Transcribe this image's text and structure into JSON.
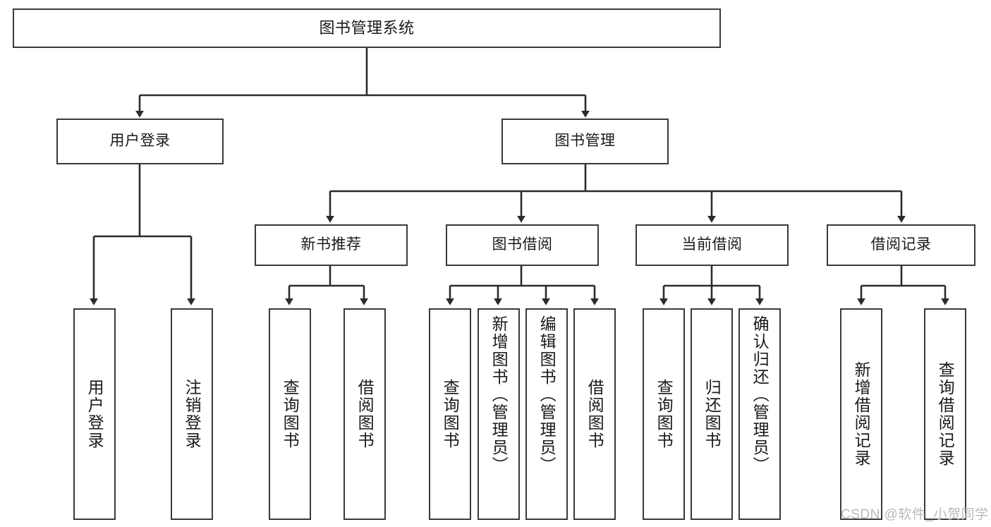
{
  "diagram": {
    "title": "图书管理系统",
    "type": "tree-hierarchy-chart",
    "root": {
      "label": "图书管理系统"
    },
    "level2": [
      {
        "label": "用户登录"
      },
      {
        "label": "图书管理"
      }
    ],
    "level3": [
      {
        "label": "新书推荐"
      },
      {
        "label": "图书借阅"
      },
      {
        "label": "当前借阅"
      },
      {
        "label": "借阅记录"
      }
    ],
    "leaves": {
      "user_login": [
        {
          "label": "用户登录"
        },
        {
          "label": "注销登录"
        }
      ],
      "new_book_recommend": [
        {
          "label": "查询图书"
        },
        {
          "label": "借阅图书"
        }
      ],
      "book_borrow": [
        {
          "label": "查询图书"
        },
        {
          "label": "新增图书（管理员）"
        },
        {
          "label": "编辑图书（管理员）"
        },
        {
          "label": "借阅图书"
        }
      ],
      "current_borrow": [
        {
          "label": "查询图书"
        },
        {
          "label": "归还图书"
        },
        {
          "label": "确认归还（管理员）"
        }
      ],
      "borrow_record": [
        {
          "label": "新增借阅记录"
        },
        {
          "label": "查询借阅记录"
        }
      ]
    }
  },
  "watermark": {
    "text": "CSDN @软件_小贺同学"
  },
  "colors": {
    "box_border": "#3a3a3a",
    "box_fill": "#ffffff",
    "connector": "#2b2b2b",
    "text": "#1a1a1a",
    "watermark": "#b9b9b9",
    "background": "#ffffff"
  }
}
